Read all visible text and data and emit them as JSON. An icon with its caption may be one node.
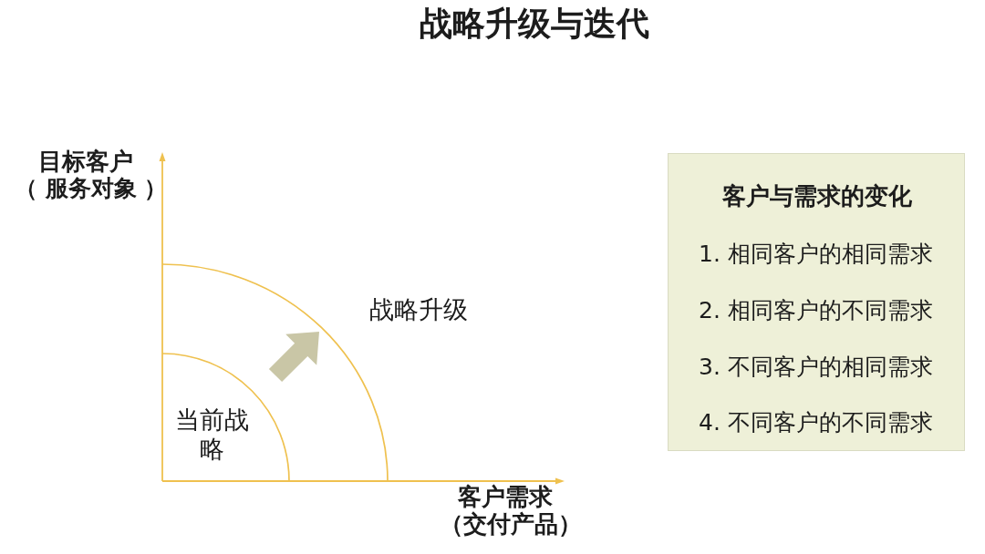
{
  "diagram": {
    "title": "战略升级与迭代",
    "nodes": [
      {
        "text": [
          "战略升级"
        ]
      },
      {
        "text": [
          "当前战略"
        ],
        "in": 0
      },
      {
        "text": [
          "客户与需求的变化",
          "1. 相同客户的相同需求",
          "2. 相同客户的不同需求",
          "3. 不同客户的相同需求",
          "4. 不同客户的不同需求"
        ]
      }
    ],
    "labels": [
      "目标客户",
      "（ 服务对象 ）",
      "客户需求",
      "（交付产品）"
    ]
  }
}
